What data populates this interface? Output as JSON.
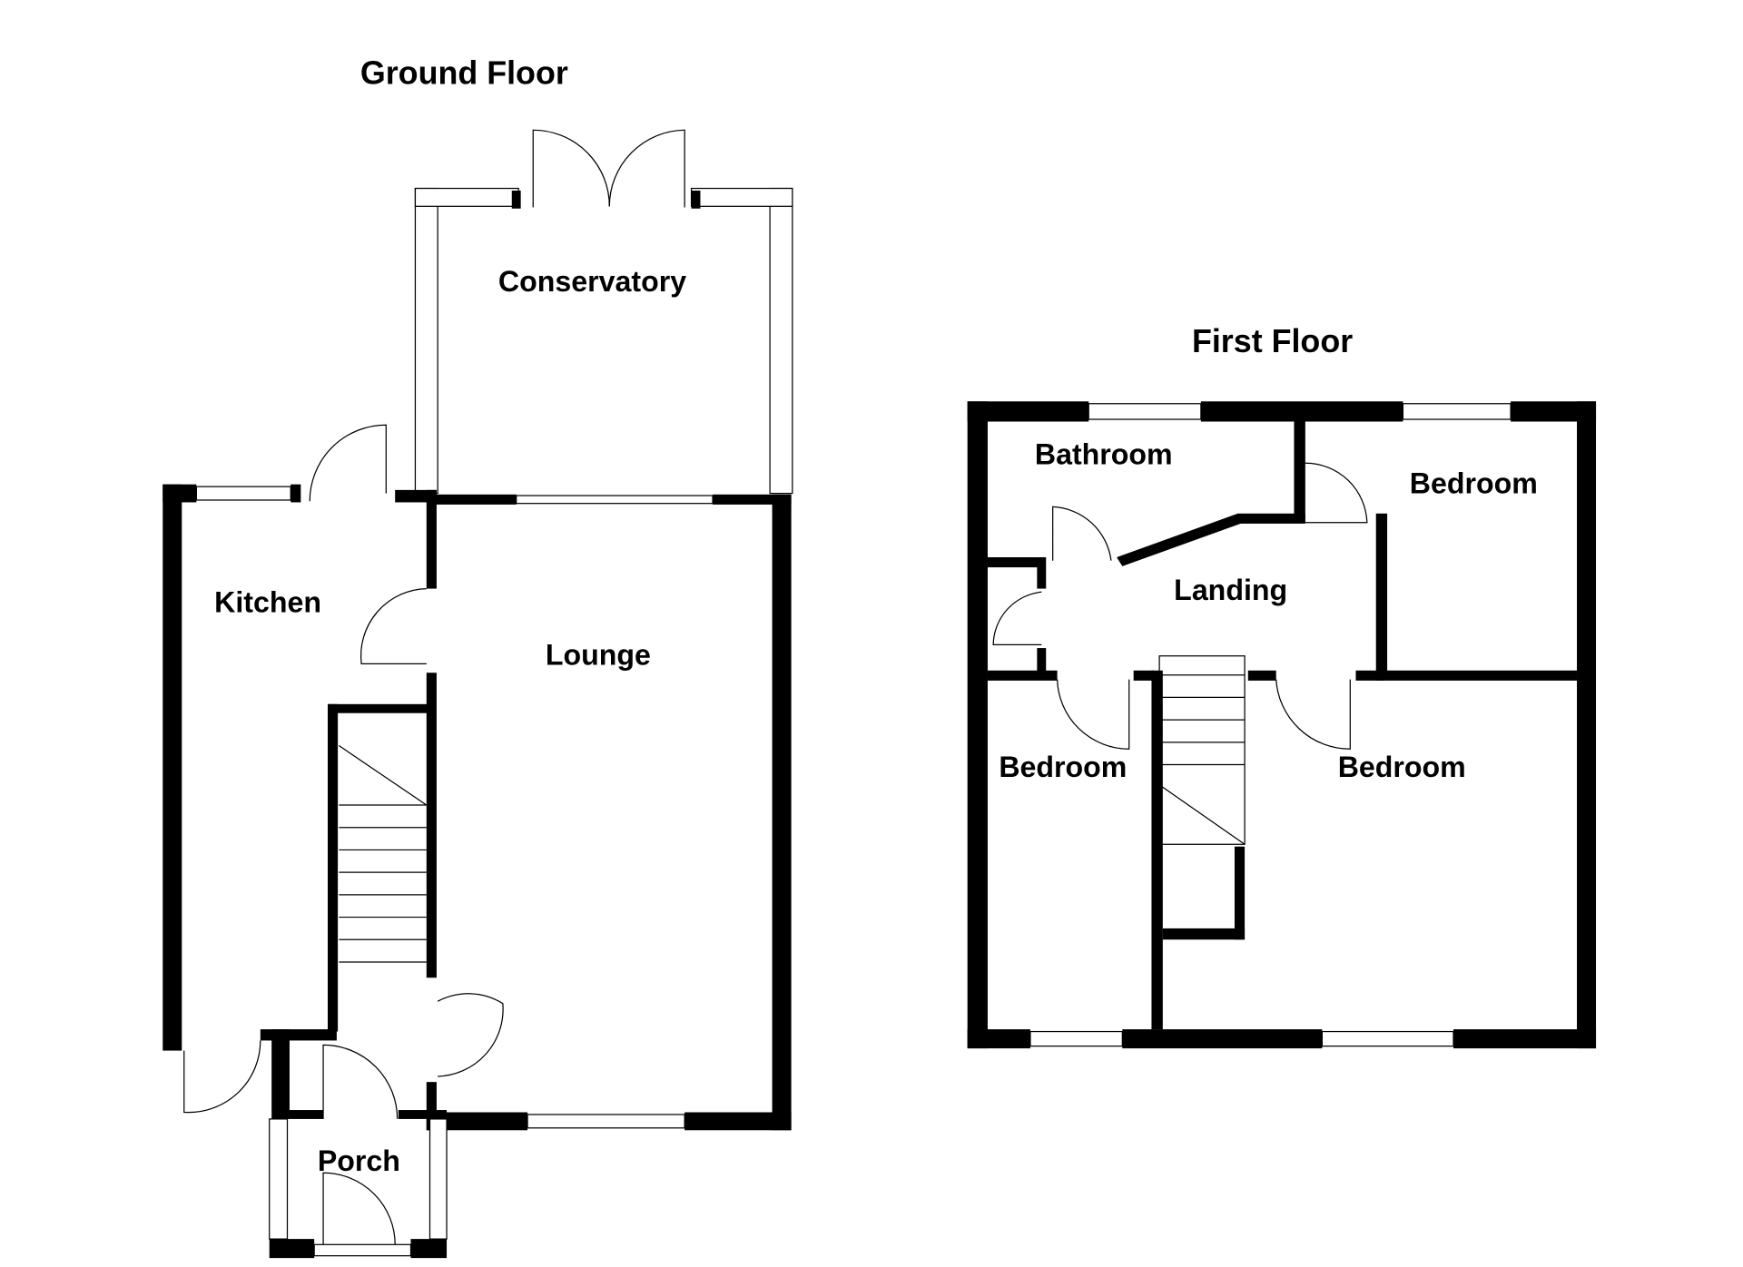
{
  "titles": {
    "ground_floor": "Ground Floor",
    "first_floor": "First Floor"
  },
  "ground_rooms": {
    "conservatory": "Conservatory",
    "kitchen": "Kitchen",
    "lounge": "Lounge",
    "porch": "Porch"
  },
  "first_rooms": {
    "bathroom": "Bathroom",
    "bedroom_1": "Bedroom",
    "landing": "Landing",
    "bedroom_2": "Bedroom",
    "bedroom_3": "Bedroom"
  },
  "colors": {
    "wall": "#000000",
    "background": "#ffffff"
  }
}
